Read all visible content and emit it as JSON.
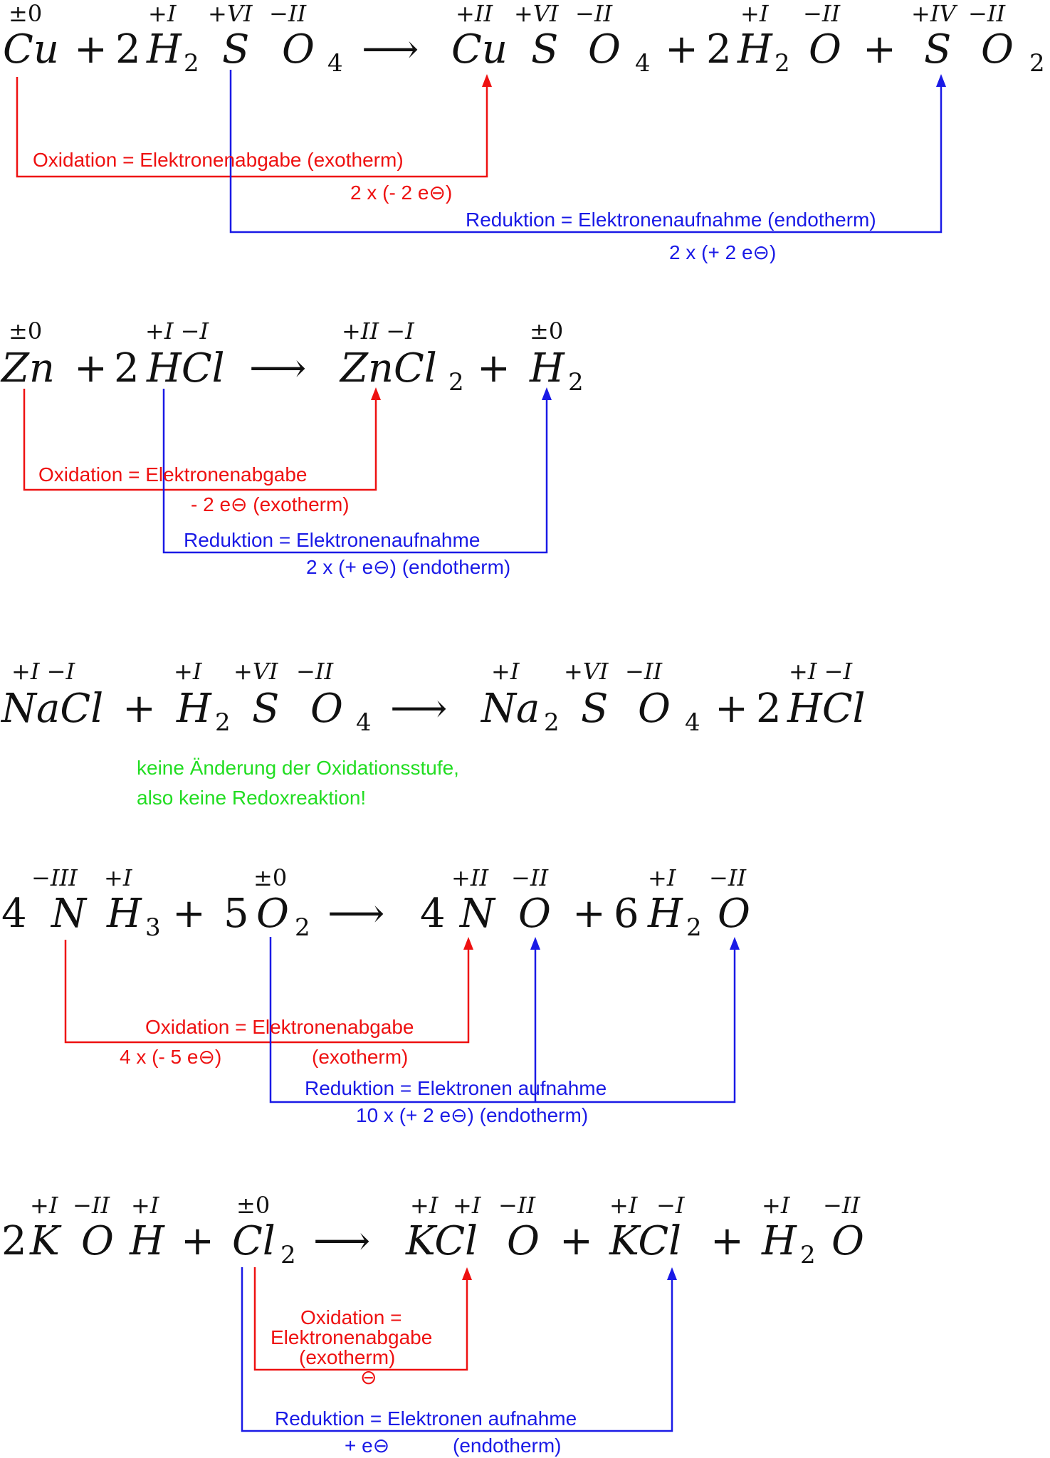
{
  "colors": {
    "oxidation": "#ee1111",
    "reduction": "#1a1ae6",
    "note": "#22dd22",
    "formula": "#111111"
  },
  "reactions": [
    {
      "states": {
        "cu": "±0",
        "h": "+I",
        "s": "+VI",
        "o": "−II",
        "cu2": "+II",
        "s2": "+VI",
        "o2": "−II",
        "h3": "+I",
        "o3": "−II",
        "s4": "+IV",
        "o4": "−II"
      },
      "formula": {
        "cu": "Cu",
        "plus1": "+",
        "coef1": "2",
        "h2": "H",
        "sub2": "2",
        "s": "S",
        "o": "O",
        "sub4": "4",
        "arrow": "⟶",
        "cu2": "Cu",
        "s2": "S",
        "o2": "O",
        "sub4b": "4",
        "plus2": "+",
        "coef2": "2",
        "h3": "H",
        "sub2b": "2",
        "o3": "O",
        "plus3": "+",
        "s4": "S",
        "o4": "O",
        "sub2c": "2"
      },
      "oxidation_label": "Oxidation =   Elektronenabgabe (exotherm)",
      "oxidation_electrons": "2 x (- 2 e⊖)",
      "reduction_label": "Reduktion = Elektronenaufnahme (endotherm)",
      "reduction_electrons": "2 x (+ 2 e⊖)"
    },
    {
      "states": {
        "zn": "±0",
        "hcl": "+I −I",
        "zncl": "+II −I",
        "h2": "±0"
      },
      "formula": {
        "zn": "Zn",
        "plus1": "+",
        "coef1": "2",
        "hcl": "HCl",
        "arrow": "⟶",
        "zncl": "ZnCl",
        "sub2": "2",
        "plus2": "+",
        "h2": "H",
        "sub2b": "2"
      },
      "oxidation_label": "Oxidation  =   Elektronenabgabe",
      "oxidation_electrons": "- 2 e⊖  (exotherm)",
      "reduction_label": "Reduktion = Elektronenaufnahme",
      "reduction_electrons": "2 x (+ e⊖)   (endotherm)"
    },
    {
      "states": {
        "nacl": "+I  −I",
        "h": "+I",
        "s": "+VI",
        "o": "−II",
        "na": "+I",
        "s2": "+VI",
        "o2": "−II",
        "hcl": "+I −I"
      },
      "formula": {
        "nacl": "NaCl",
        "plus1": "+",
        "h": "H",
        "sub2": "2",
        "s": "S",
        "o": "O",
        "sub4": "4",
        "arrow": "⟶",
        "na": "Na",
        "sub2b": "2",
        "s2": "S",
        "o2": "O",
        "sub4b": "4",
        "plus2": "+",
        "coef": "2",
        "hcl": "HCl"
      },
      "note_line1": "keine Änderung der Oxidationsstufe,",
      "note_line2": "also keine Redoxreaktion!"
    },
    {
      "states": {
        "n": "−III",
        "h": "+I",
        "o2": "±0",
        "n2": "+II",
        "o3": "−II",
        "h2": "+I",
        "o4": "−II"
      },
      "formula": {
        "coef1": "4",
        "n": "N",
        "h": "H",
        "sub3": "3",
        "plus1": "+",
        "coef2": "5",
        "o2": "O",
        "sub2": "2",
        "arrow": "⟶",
        "coef3": "4",
        "n2": "N",
        "o3": "O",
        "plus2": "+",
        "coef4": "6",
        "h2": "H",
        "sub2b": "2",
        "o4": "O"
      },
      "oxidation_label": "Oxidation  =   Elektronenabgabe",
      "oxidation_electrons": "4 x (- 5 e⊖)",
      "oxidation_exo": "(exotherm)",
      "reduction_label": "Reduktion = Elektronen aufnahme",
      "reduction_electrons": "10 x (+ 2 e⊖)  (endotherm)"
    },
    {
      "states": {
        "k": "+I",
        "o": "−II",
        "h": "+I",
        "cl2": "±0",
        "k2": "+I",
        "cl3": "+I",
        "o2": "−II",
        "k3": "+I",
        "cl4": "−I",
        "h2": "+I",
        "o3": "−II"
      },
      "formula": {
        "coef1": "2",
        "k": "K",
        "o": "O",
        "h": "H",
        "plus1": "+",
        "cl2": "Cl",
        "sub2": "2",
        "arrow": "⟶",
        "kclo": "KCl",
        "o2": "O",
        "plus2": "+",
        "kcl": "KCl",
        "plus3": "+",
        "h2": "H",
        "sub2b": "2",
        "o3": "O"
      },
      "oxidation_line1": "Oxidation  =",
      "oxidation_line2": "Elektronenabgabe",
      "oxidation_line3": "(exotherm)",
      "oxidation_electrons": "⊖",
      "reduction_label": "Reduktion = Elektronen aufnahme",
      "reduction_electrons": "+ e⊖",
      "reduction_endo": "(endotherm)"
    }
  ]
}
